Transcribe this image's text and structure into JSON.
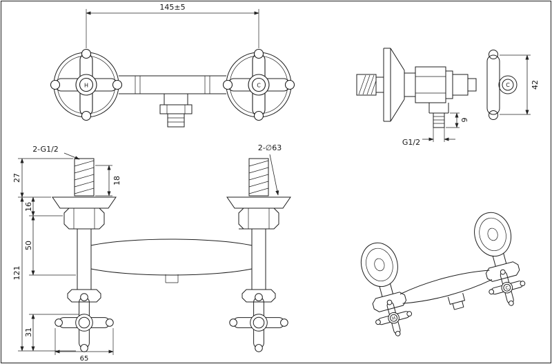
{
  "colors": {
    "line": "#1c1c1c",
    "background": "#ffffff"
  },
  "dims": {
    "overall_width": "145±5",
    "handle_depth": "42",
    "outlet_stub": "9",
    "outlet_thread": "G1/2",
    "inlet_thread": "2-G1/2",
    "flange_diameter": "2-∅63",
    "wall_offset": "27",
    "thread_length": "18",
    "flange_gap": "16",
    "body_offset": "50",
    "total_depth": "121",
    "handle_clearance": "31",
    "handle_width": "65"
  },
  "labels": {
    "hot": "H",
    "cold": "C"
  }
}
